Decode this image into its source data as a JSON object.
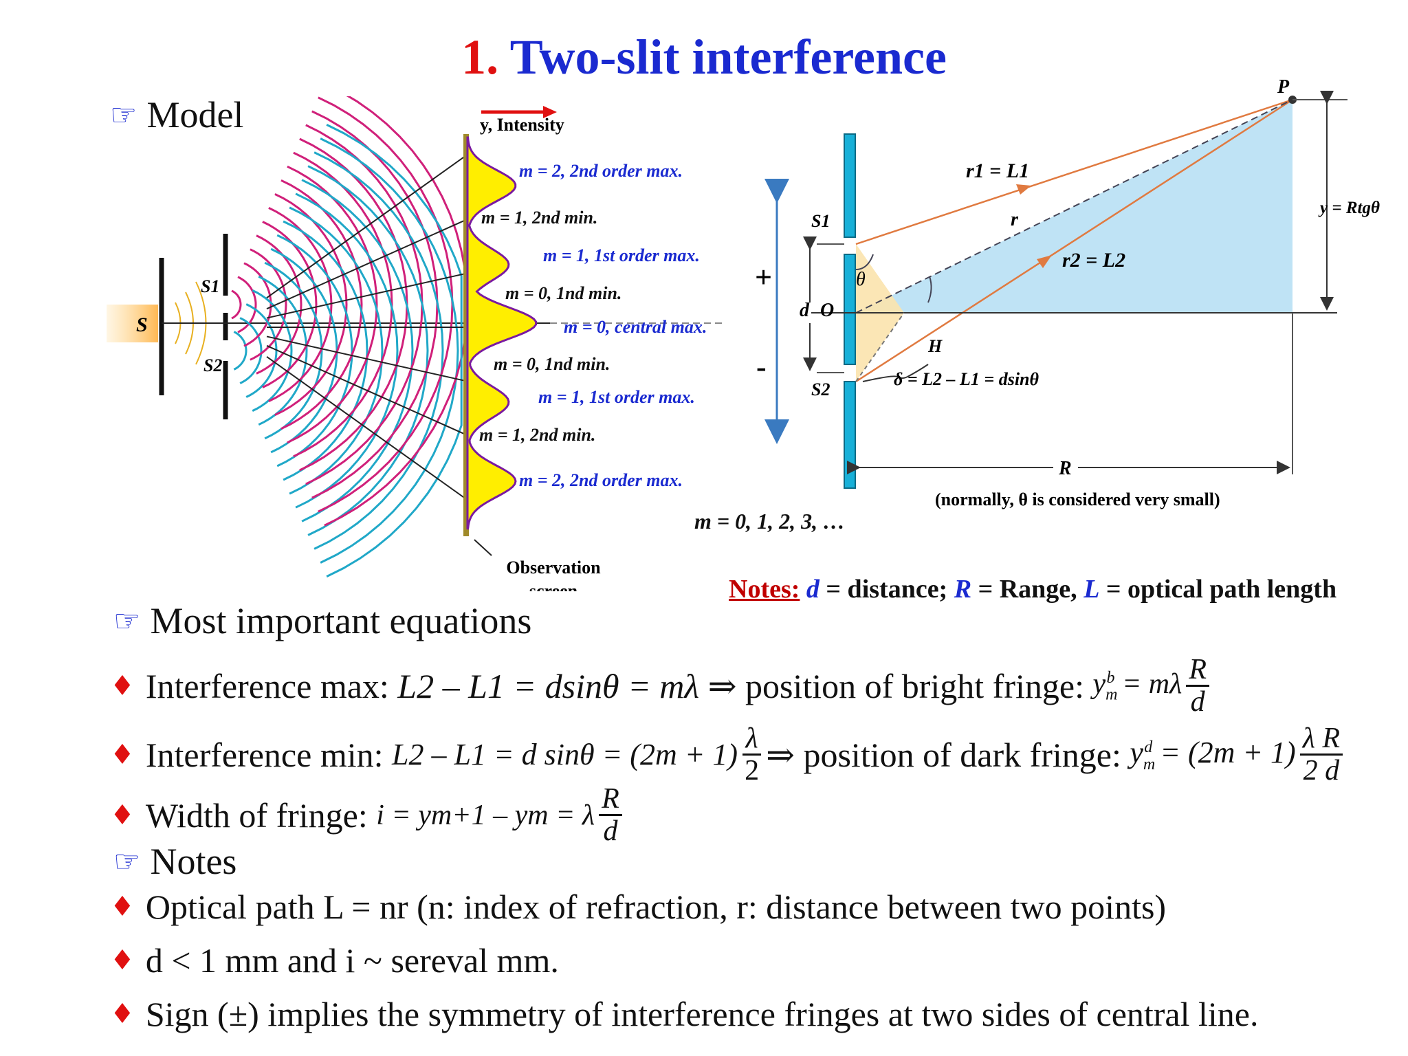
{
  "title": {
    "number": "1.",
    "text": "Two-slit interference"
  },
  "sections": {
    "model": "Model",
    "equations": "Most important equations",
    "notes": "Notes"
  },
  "left_diagram": {
    "source": "S",
    "slit1": "S1",
    "slit2": "S2",
    "axis_label": "y, Intensity",
    "screen_label_1": "Observation",
    "screen_label_2": "screen",
    "labels": [
      "m = 2, 2nd order max.",
      "m = 1, 2nd min.",
      "m = 1, 1st order max.",
      "m = 0, 1nd min.",
      "m = 0, central max.",
      "m = 0, 1nd min.",
      "m = 1, 1st order max.",
      "m = 1, 2nd min.",
      "m = 2, 2nd order max."
    ],
    "m_values": "m = 0, 1, 2, 3, …",
    "plus": "+",
    "minus": "-"
  },
  "right_diagram": {
    "P": "P",
    "S1": "S1",
    "S2": "S2",
    "d": "d",
    "O": "O",
    "theta": "θ",
    "H": "H",
    "r1": "r1 = L1",
    "r2": "r2 = L2",
    "r": "r",
    "y": "y = Rtgθ",
    "R": "R",
    "delta": "δ = L2 – L1 = dsinθ",
    "note": "(normally, θ is considered very small)"
  },
  "notes_line": {
    "label": "Notes:",
    "d": "d",
    "d_text": " = distance; ",
    "R": "R",
    "R_text": " = Range, ",
    "L": "L",
    "L_text": " = optical path length"
  },
  "equations": {
    "max_prefix": "Interference max:",
    "max_expr": "L2 – L1 = dsinθ = mλ ⇒",
    "max_pos": "position of bright fringe:",
    "min_prefix": "Interference min:",
    "min_expr": "L2 – L1 = d sinθ = (2m + 1)",
    "min_pos": "position of dark fringe:",
    "width_prefix": "Width of fringe:",
    "width_expr": "i = ym+1 – ym = λ"
  },
  "notes_list": [
    "Optical path L = nr (n: index of refraction, r: distance between two points)",
    "d < 1 mm and i ~ sereval mm.",
    "Sign (±) implies the symmetry of interference fringes at two sides of central line."
  ],
  "colors": {
    "title_red": "#e01010",
    "title_blue": "#1a2ad0",
    "wave_magenta": "#d0207a",
    "wave_cyan": "#20a8c8",
    "intensity_yellow": "#ffee00",
    "triangle_blue": "#bfe3f5"
  }
}
